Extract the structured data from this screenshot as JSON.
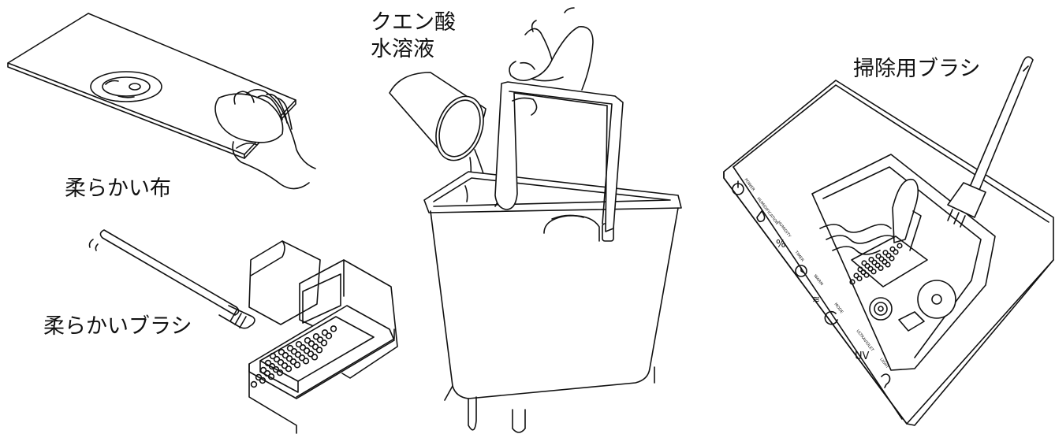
{
  "labels": {
    "soft_cloth": "柔らかい布",
    "soft_brush": "柔らかいブラシ",
    "citric_acid_line1": "クエン酸",
    "citric_acid_line2": "水溶液",
    "cleaning_brush": "掃除用ブラシ"
  },
  "panel_icons": [
    "POWER",
    "HUMIDIFICATION",
    "HUMIDITY",
    "TIMER",
    "WARM",
    "MODE",
    "ULTRAVIOLET",
    "LIGHT"
  ],
  "panel_symbols": {
    "humidity": "%",
    "warm": "≋",
    "ultraviolet": "UV"
  },
  "colors": {
    "line": "#111111",
    "background": "#ffffff"
  }
}
